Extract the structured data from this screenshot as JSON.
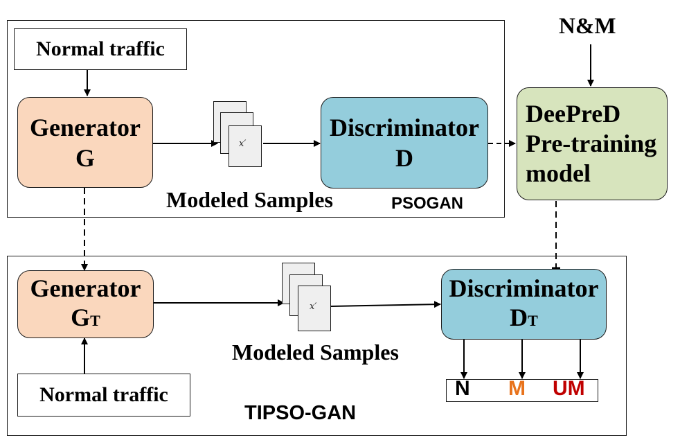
{
  "top_input": {
    "label": "Normal traffic"
  },
  "bottom_input": {
    "label": "Normal traffic"
  },
  "generator": {
    "line1": "Generator",
    "line2": "G"
  },
  "generator_t": {
    "line1": "Generator",
    "line2": "G",
    "sub": "T"
  },
  "discriminator": {
    "line1": "Discriminator",
    "line2": "D"
  },
  "discriminator_t": {
    "line1": "Discriminator",
    "line2": "D",
    "sub": "T"
  },
  "samples_top": {
    "label": "Modeled Samples",
    "page_label": "x′"
  },
  "samples_bottom": {
    "label": "Modeled Samples",
    "page_label": "x′"
  },
  "psogan_label": "PSOGAN",
  "tipsogan_label": "TIPSO-GAN",
  "nm_label": "N&M",
  "pretrain": {
    "line1": "DeePreD",
    "line2": "Pre-training",
    "line3": "model"
  },
  "outputs": [
    {
      "label": "N",
      "color": "#000000"
    },
    {
      "label": "M",
      "color": "#e8731c"
    },
    {
      "label": "UM",
      "color": "#c00000"
    }
  ],
  "colors": {
    "generator_fill": "#fad7bd",
    "discriminator_fill": "#94cddc",
    "pretrain_fill": "#d7e4bd"
  }
}
